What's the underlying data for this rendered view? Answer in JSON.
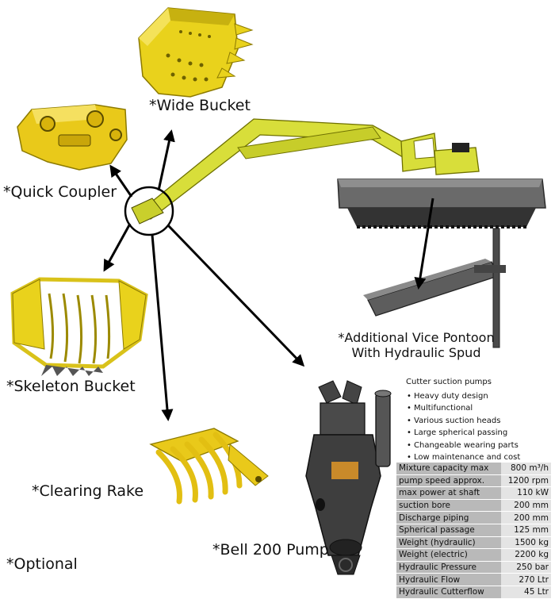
{
  "labels": {
    "wide_bucket": "*Wide Bucket",
    "quick_coupler": "*Quick Coupler",
    "skeleton_bucket": "*Skeleton Bucket",
    "clearing_rake": "*Clearing Rake",
    "bell_pump": "*Bell 200 Pump",
    "optional": "*Optional",
    "pontoon_line1": "*Additional Vice Pontoon",
    "pontoon_line2": "With Hydraulic Spud"
  },
  "features": {
    "title": "Cutter suction pumps",
    "items": [
      "Heavy duty design",
      "Multifunctional",
      "Various suction heads",
      "Large spherical passing",
      "Changeable wearing parts",
      "Low maintenance and cost"
    ]
  },
  "specs": [
    {
      "k": "Mixture capacity max",
      "v": "800 m³/h"
    },
    {
      "k": "pump speed approx.",
      "v": "1200 rpm"
    },
    {
      "k": "max power at shaft",
      "v": "110 kW"
    },
    {
      "k": "suction bore",
      "v": "200 mm"
    },
    {
      "k": "Discharge piping",
      "v": "200 mm"
    },
    {
      "k": "Spherical passage",
      "v": "125 mm"
    },
    {
      "k": "Weight (hydraulic)",
      "v": "1500 kg"
    },
    {
      "k": "Weight (electric)",
      "v": "2200 kg"
    },
    {
      "k": "Hydraulic Pressure",
      "v": "250 bar"
    },
    {
      "k": "Hydraulic Flow",
      "v": "270 Ltr"
    },
    {
      "k": "Hydraulic Cutterflow",
      "v": "45 Ltr"
    }
  ],
  "colors": {
    "attachment_yellow": "#e8d21e",
    "machine_yellow": "#d6dc3a",
    "pontoon_gray": "#5b5b5b",
    "pump_gray": "#3e3e3e",
    "spec_key_bg": "#b9b9b9",
    "spec_value_bg": "#e4e4e4"
  }
}
